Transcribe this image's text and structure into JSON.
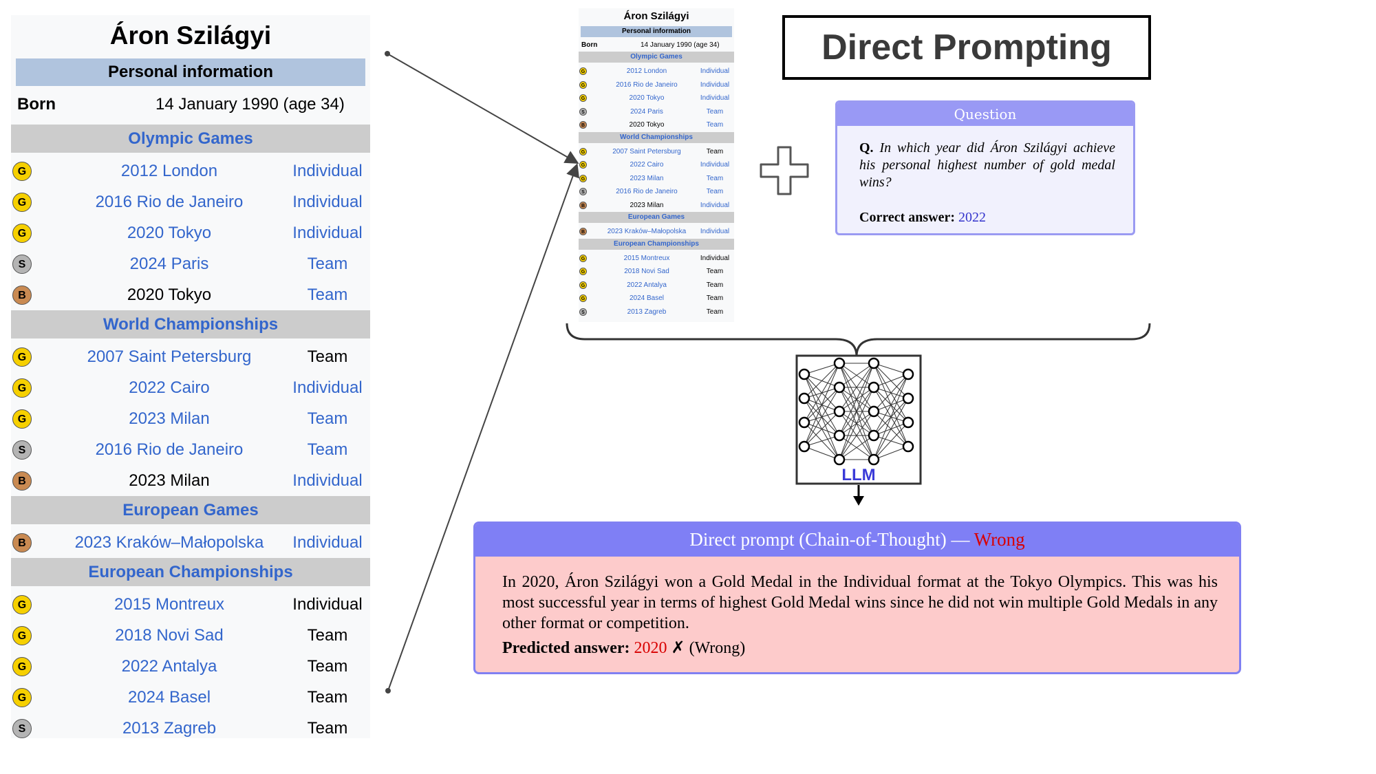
{
  "infobox": {
    "name": "Áron Szilágyi",
    "personal_header": "Personal information",
    "born_label": "Born",
    "born_value": "14 January 1990 (age 34)",
    "sections": [
      {
        "title": "Olympic Games",
        "rows": [
          {
            "medal": "G",
            "event": "2012 London",
            "format": "Individual",
            "event_link": true,
            "format_link": true
          },
          {
            "medal": "G",
            "event": "2016 Rio de Janeiro",
            "format": "Individual",
            "event_link": true,
            "format_link": true
          },
          {
            "medal": "G",
            "event": "2020 Tokyo",
            "format": "Individual",
            "event_link": true,
            "format_link": true
          },
          {
            "medal": "S",
            "event": "2024 Paris",
            "format": "Team",
            "event_link": true,
            "format_link": true
          },
          {
            "medal": "B",
            "event": "2020 Tokyo",
            "format": "Team",
            "event_link": false,
            "format_link": true
          }
        ]
      },
      {
        "title": "World Championships",
        "rows": [
          {
            "medal": "G",
            "event": "2007 Saint Petersburg",
            "format": "Team",
            "event_link": true,
            "format_link": false
          },
          {
            "medal": "G",
            "event": "2022 Cairo",
            "format": "Individual",
            "event_link": true,
            "format_link": true
          },
          {
            "medal": "G",
            "event": "2023 Milan",
            "format": "Team",
            "event_link": true,
            "format_link": true
          },
          {
            "medal": "S",
            "event": "2016 Rio de Janeiro",
            "format": "Team",
            "event_link": true,
            "format_link": true
          },
          {
            "medal": "B",
            "event": "2023 Milan",
            "format": "Individual",
            "event_link": false,
            "format_link": true
          }
        ]
      },
      {
        "title": "European Games",
        "rows": [
          {
            "medal": "B",
            "event": "2023 Kraków–Małopolska",
            "format": "Individual",
            "event_link": true,
            "format_link": true
          }
        ]
      },
      {
        "title": "European Championships",
        "rows": [
          {
            "medal": "G",
            "event": "2015 Montreux",
            "format": "Individual",
            "event_link": true,
            "format_link": false
          },
          {
            "medal": "G",
            "event": "2018 Novi Sad",
            "format": "Team",
            "event_link": true,
            "format_link": false
          },
          {
            "medal": "G",
            "event": "2022 Antalya",
            "format": "Team",
            "event_link": true,
            "format_link": false
          },
          {
            "medal": "G",
            "event": "2024 Basel",
            "format": "Team",
            "event_link": true,
            "format_link": false
          },
          {
            "medal": "S",
            "event": "2013 Zagreb",
            "format": "Team",
            "event_link": true,
            "format_link": false
          }
        ]
      }
    ]
  },
  "diagram": {
    "title": "Direct Prompting",
    "llm_label": "LLM",
    "plus_icon": "plus-icon",
    "network_icon": "neural-network-icon"
  },
  "question": {
    "header": "Question",
    "q_marker": "Q.",
    "text": "In which year did Áron Szilágyi achieve his personal highest number of gold medal wins?",
    "answer_label": "Correct answer:",
    "answer_value": "2022"
  },
  "response": {
    "header_prefix": "Direct prompt (Chain-of-Thought) —",
    "header_verdict": "Wrong",
    "body": "In 2020, Áron Szilágyi won a Gold Medal in the Individual format at the Tokyo Olympics. This was his most successful year in terms of highest Gold Medal wins since he did not win multiple Gold Medals in any other format or competition.",
    "predicted_label": "Predicted answer:",
    "predicted_value": "2020",
    "predicted_mark": "✗",
    "predicted_note": "(Wrong)"
  },
  "colors": {
    "link": "#3366cc",
    "gold": "#f6d000",
    "silver": "#b4b4b4",
    "bronze": "#c98a52",
    "question_border": "#9a9af2",
    "answer_header": "#7f7ff5",
    "answer_bg": "#fdcbcb",
    "wrong": "#d80000"
  }
}
